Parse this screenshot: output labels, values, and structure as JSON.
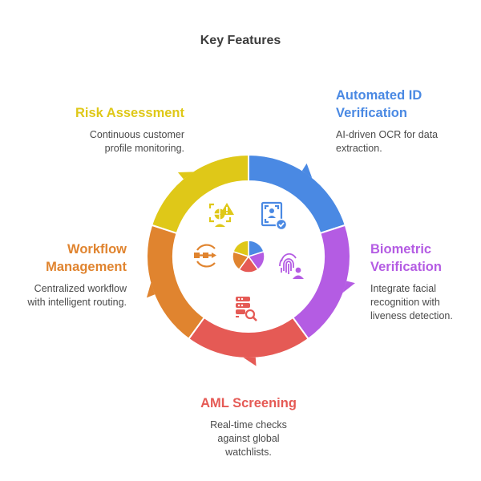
{
  "title": "Key Features",
  "features": [
    {
      "id": "automated-id",
      "title": "Automated ID Verification",
      "title_lines": [
        "Automated ID",
        "Verification"
      ],
      "description_lines": [
        "AI-driven OCR for data",
        "extraction."
      ],
      "color": "#4a89e3",
      "icon": "id-card-check-icon"
    },
    {
      "id": "biometric",
      "title": "Biometric Verification",
      "title_lines": [
        "Biometric",
        "Verification"
      ],
      "description_lines": [
        "Integrate facial",
        "recognition with",
        "liveness detection."
      ],
      "color": "#b45ce3",
      "icon": "fingerprint-user-icon"
    },
    {
      "id": "aml",
      "title": "AML Screening",
      "title_lines": [
        "AML Screening"
      ],
      "description_lines": [
        "Real-time checks",
        "against global",
        "watchlists."
      ],
      "color": "#e55a55",
      "icon": "database-search-icon"
    },
    {
      "id": "workflow",
      "title": "Workflow Management",
      "title_lines": [
        "Workflow",
        "Management"
      ],
      "description_lines": [
        "Centralized workflow",
        "with intelligent routing."
      ],
      "color": "#e0842f",
      "icon": "workflow-routing-icon"
    },
    {
      "id": "risk",
      "title": "Risk Assessment",
      "title_lines": [
        "Risk Assessment"
      ],
      "description_lines": [
        "Continuous customer",
        "profile monitoring."
      ],
      "color": "#dfc818",
      "icon": "risk-warning-icon"
    }
  ]
}
